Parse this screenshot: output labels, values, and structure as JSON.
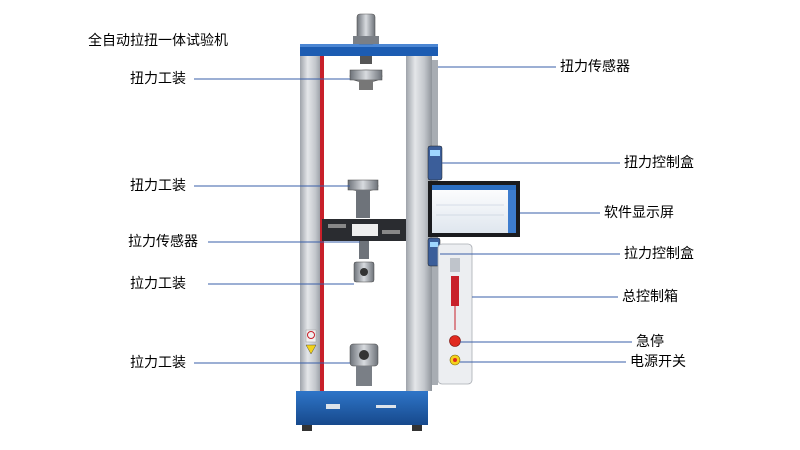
{
  "title": "全自动拉扭一体试验机",
  "labels_left": {
    "torsion_fixture_top": "扭力工装",
    "torsion_fixture_mid": "扭力工装",
    "tensile_sensor": "拉力传感器",
    "tensile_fixture_upper": "拉力工装",
    "tensile_fixture_lower": "拉力工装"
  },
  "labels_right": {
    "torque_sensor": "扭力传感器",
    "torque_control_box": "扭力控制盒",
    "software_display": "软件显示屏",
    "tensile_control_box": "拉力控制盒",
    "main_control_box": "总控制箱",
    "emergency_stop": "急停",
    "power_switch": "电源开关"
  },
  "colors": {
    "leader_line": "#3a5fa8",
    "frame_blue": "#1f5fb5",
    "column_silver": "#c9ccd1",
    "red_strip": "#c8202a"
  }
}
